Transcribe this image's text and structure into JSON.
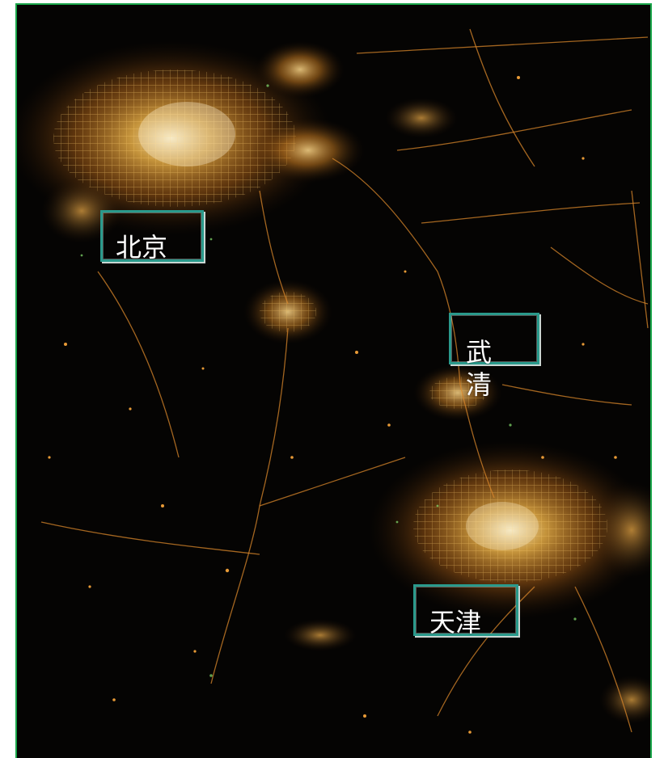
{
  "map": {
    "labels": {
      "beijing": "北京",
      "wuqing": "武清",
      "tianjin": "天津"
    }
  },
  "colors": {
    "frame_border": "#1aa64a",
    "label_border": "#2a9a8c",
    "city_light": "#f0a030",
    "city_core": "#ffe3a0",
    "background": "#050403"
  }
}
